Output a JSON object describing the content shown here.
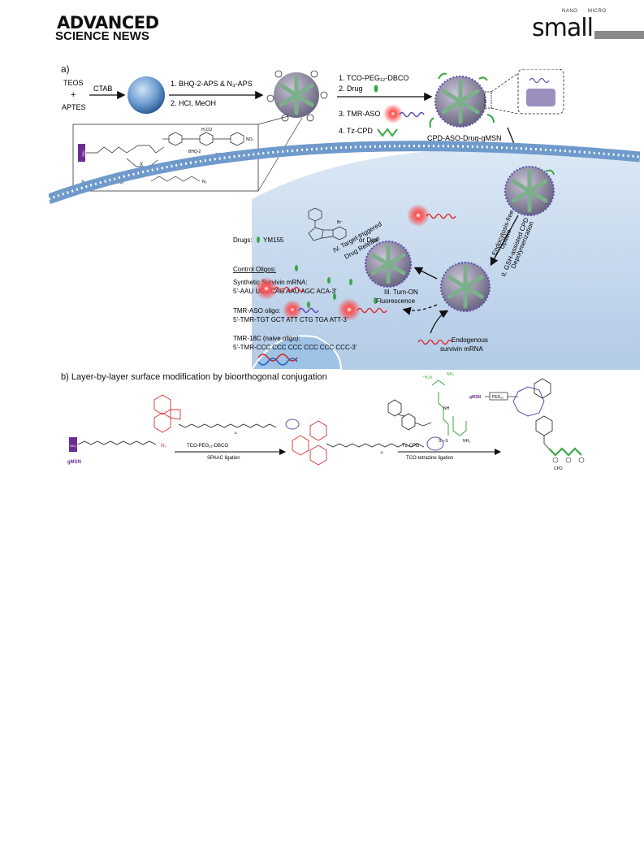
{
  "header": {
    "publisher_line1": "ADVANCED",
    "publisher_line2": "SCIENCE NEWS",
    "journal": "small",
    "journal_nano": "NANO",
    "journal_micro": "MICRO"
  },
  "panel_a": {
    "label": "a)",
    "reagents": {
      "teos": "TEOS",
      "plus": "+",
      "aptes": "APTES",
      "ctab": "CTAB"
    },
    "step1": {
      "line1": "1. BHQ-2-APS & N₃-APS",
      "line2": "2. HCl, MeOH"
    },
    "step2": {
      "line1": "1. TCO-PEG₁₂-DBCO",
      "line2": "2. Drug",
      "line3": "3. TMR-ASO",
      "line4": "4. Tz-CPD"
    },
    "product_label": "CPD-ASO-Drug-gMSN",
    "inset": {
      "bhq_label": "BHQ-2",
      "x_def": "X = H, BHQ-2 or N₃",
      "sio2": "SiO₂",
      "h3co": "H₃CO",
      "och3": "OCH₃",
      "no2": "NO₂",
      "n3": "N₃"
    },
    "drugs": {
      "label": "Drugs:",
      "ym": "YM155",
      "or_dox": "or Dox",
      "br": "Br⁻"
    },
    "control": {
      "heading": "Control Oligos:",
      "mrna_name": "Synthetic Survivin mRNA:",
      "mrna_seq": "5'-AAU UCA CAG AAU AGC ACA-3'",
      "aso_name": "TMR-ASO oligo:",
      "aso_seq": "5'-TMR-TGT GCT ATT CTG TGA ATT-3'",
      "naive_name": "TMR-18C (naive oligo):",
      "naive_seq": "5'-TMR-CCC CCC CCC CCC CCC CCC-3'"
    },
    "cell": {
      "step_i": "I. Endocytosis-free",
      "step_i_b": "Uptake",
      "step_ii": "II. GSH-assisted CPD",
      "step_ii_b": "Depolymerization",
      "step_iii": "III. Turn-ON",
      "step_iii_b": "Fluorescence",
      "step_iv": "IV. Target-triggered",
      "step_iv_b": "Drug Release",
      "endogenous": "Endogenous",
      "endogenous_b": "survivin mRNA"
    }
  },
  "panel_b": {
    "label": "b) Layer-by-layer surface modification by bioorthogonal conjugation",
    "gmsn": "gMSN",
    "sio2": "SiO₂",
    "n3": "N₃",
    "reagent1": "TCO-PEG₁₂-DBCO",
    "reaction1": "SPAAC ligation",
    "reagent2": "Tz-CPD",
    "reaction2": "TCO-tetrazine ligation",
    "sub11": "11",
    "peg_label": "PEG₁₂",
    "cpd_label": "CPD",
    "nh2": "NH₂",
    "h2n": "⁺H₂N",
    "nh": "NH",
    "ss": "S—S"
  },
  "colors": {
    "cell_blue": "#c9dbee",
    "membrane_blue": "#6f9acb",
    "particle": "#8f8a9e",
    "cpd_green": "#3aa745",
    "red": "#e02020",
    "purple": "#6a2d91",
    "dbco_red": "#d93030",
    "tco_violet": "#5a4fb0"
  }
}
